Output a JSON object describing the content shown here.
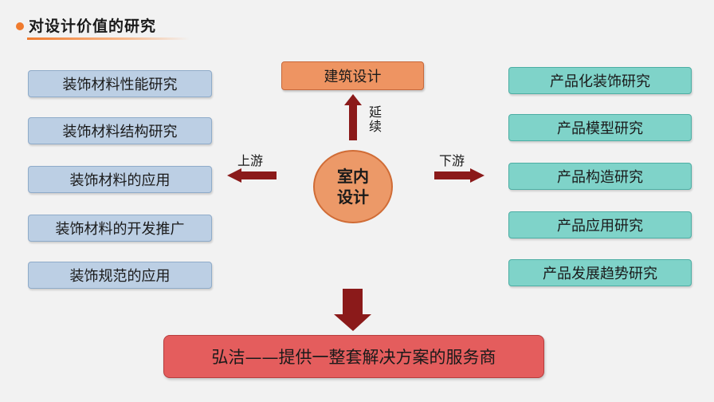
{
  "title": "对设计价值的研究",
  "center": {
    "line1": "室内",
    "line2": "设计"
  },
  "top_box": "建筑设计",
  "arrow_labels": {
    "up": "延续",
    "left": "上游",
    "right": "下游"
  },
  "left_items": [
    "装饰材料性能研究",
    "装饰材料结构研究",
    "装饰材料的应用",
    "装饰材料的开发推广",
    "装饰规范的应用"
  ],
  "right_items": [
    "产品化装饰研究",
    "产品模型研究",
    "产品构造研究",
    "产品应用研究",
    "产品发展趋势研究"
  ],
  "bottom_box": "弘洁——提供一整套解决方案的服务商"
}
